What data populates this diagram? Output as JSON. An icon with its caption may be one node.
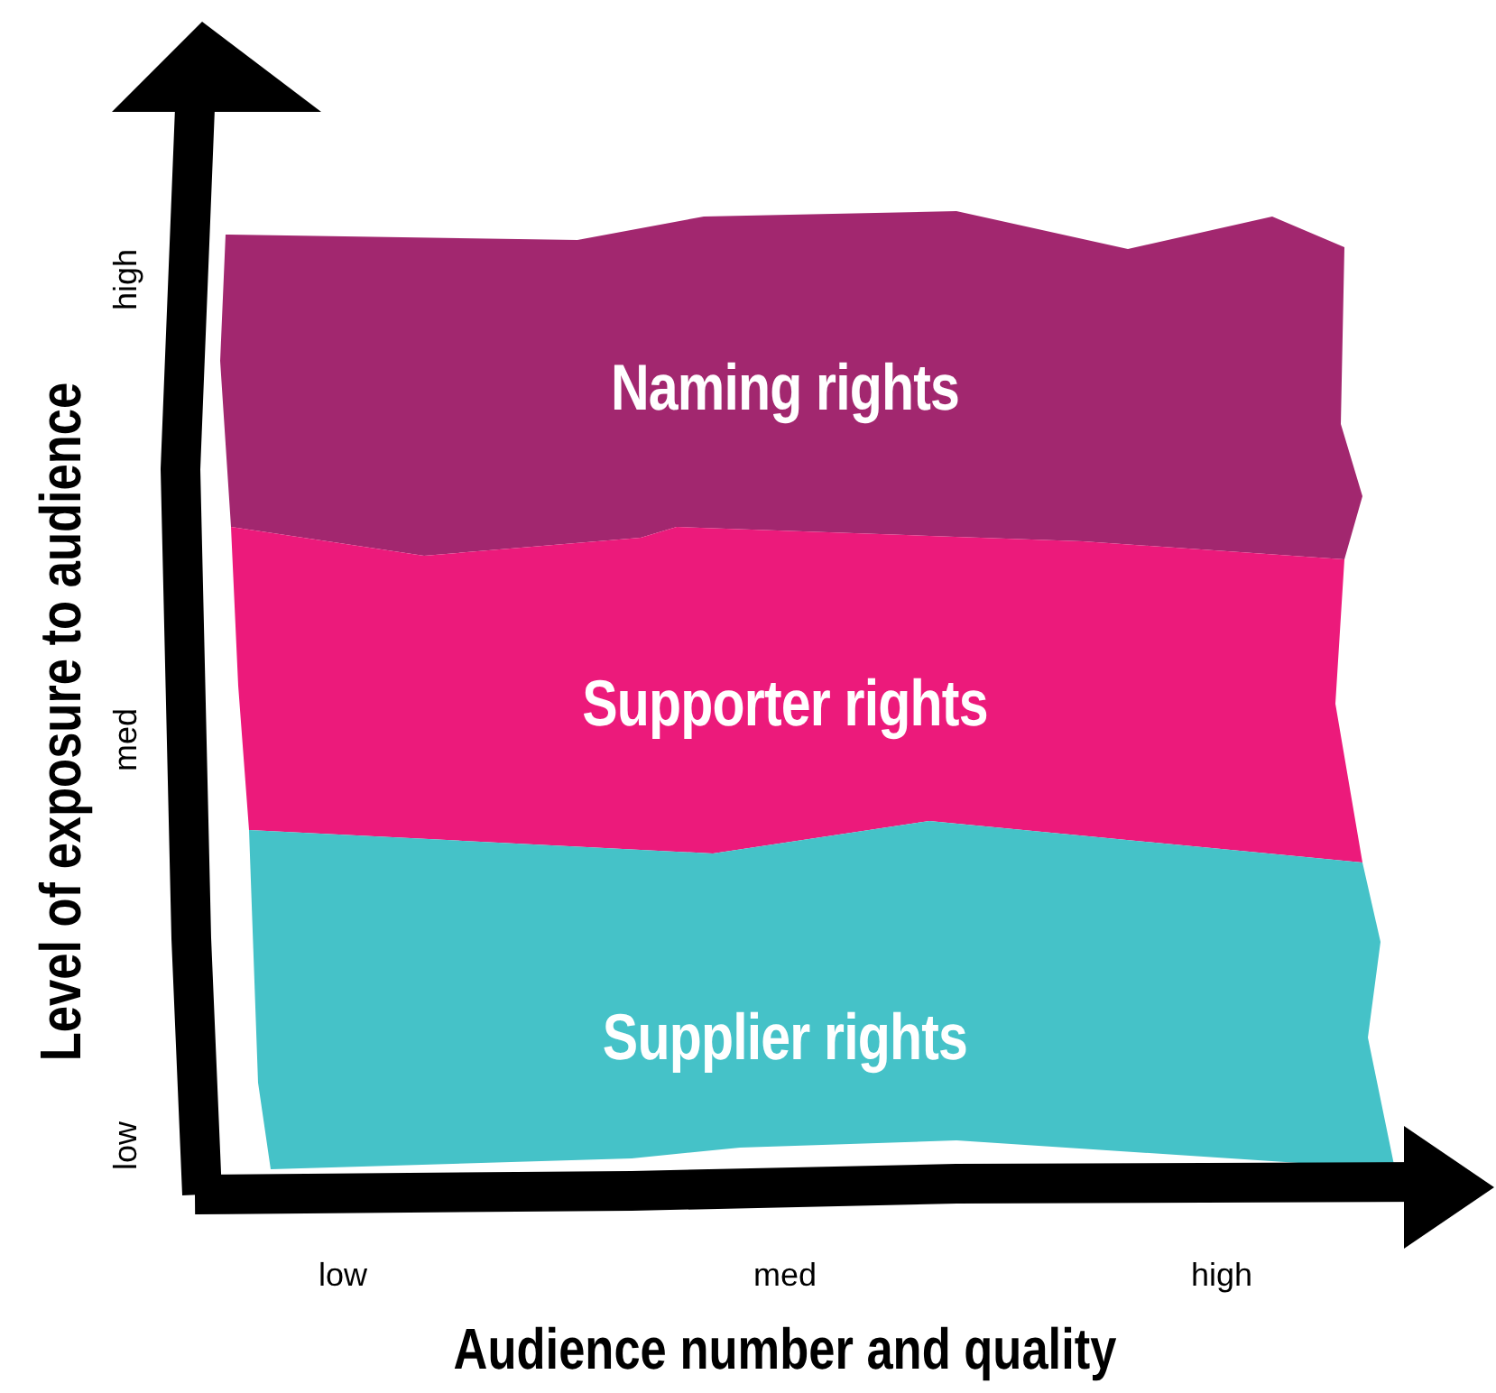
{
  "diagram": {
    "nodes": [
      {
        "text": [
          "Naming rights"
        ]
      },
      {
        "text": [
          "Supporter rights"
        ]
      },
      {
        "text": [
          "Supplier rights"
        ]
      }
    ],
    "labels": [
      "high",
      "med",
      "low",
      "Level of exposure to audience",
      "low",
      "med",
      "high",
      "Audience number and quality"
    ]
  }
}
